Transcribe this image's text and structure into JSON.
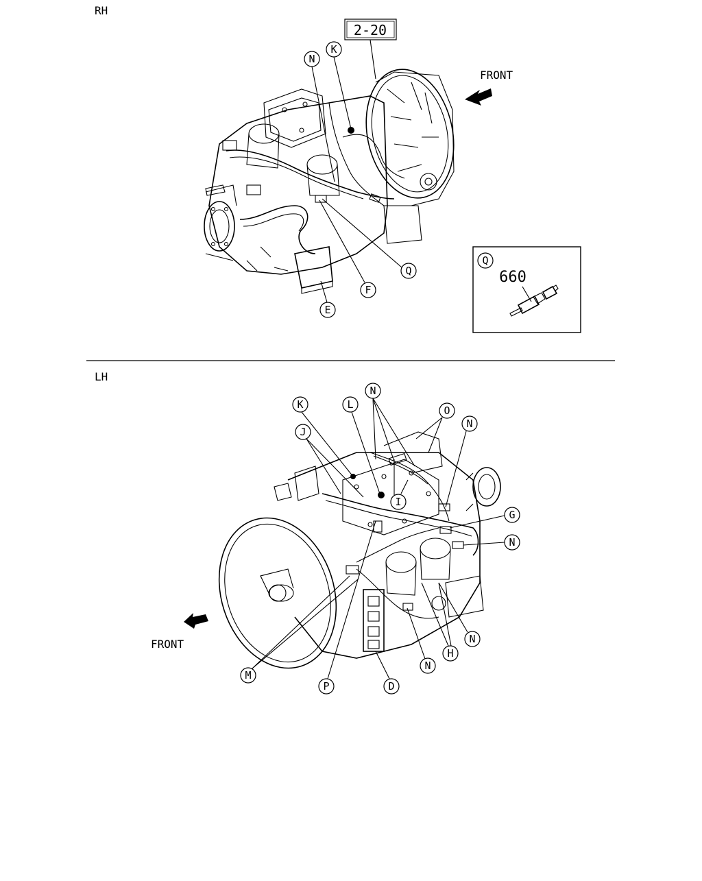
{
  "rh": {
    "view_label": "RH",
    "ref_box": "2-20",
    "front_label": "FRONT",
    "callouts": [
      "N",
      "K",
      "Q",
      "F",
      "E"
    ]
  },
  "inset": {
    "callout": "Q",
    "part_number": "660"
  },
  "lh": {
    "view_label": "LH",
    "front_label": "FRONT",
    "callouts": [
      "K",
      "L",
      "N",
      "O",
      "N",
      "J",
      "I",
      "G",
      "N",
      "N",
      "H",
      "N",
      "D",
      "P",
      "M"
    ]
  },
  "icons": {
    "front_arrow": "front-arrow-icon"
  }
}
